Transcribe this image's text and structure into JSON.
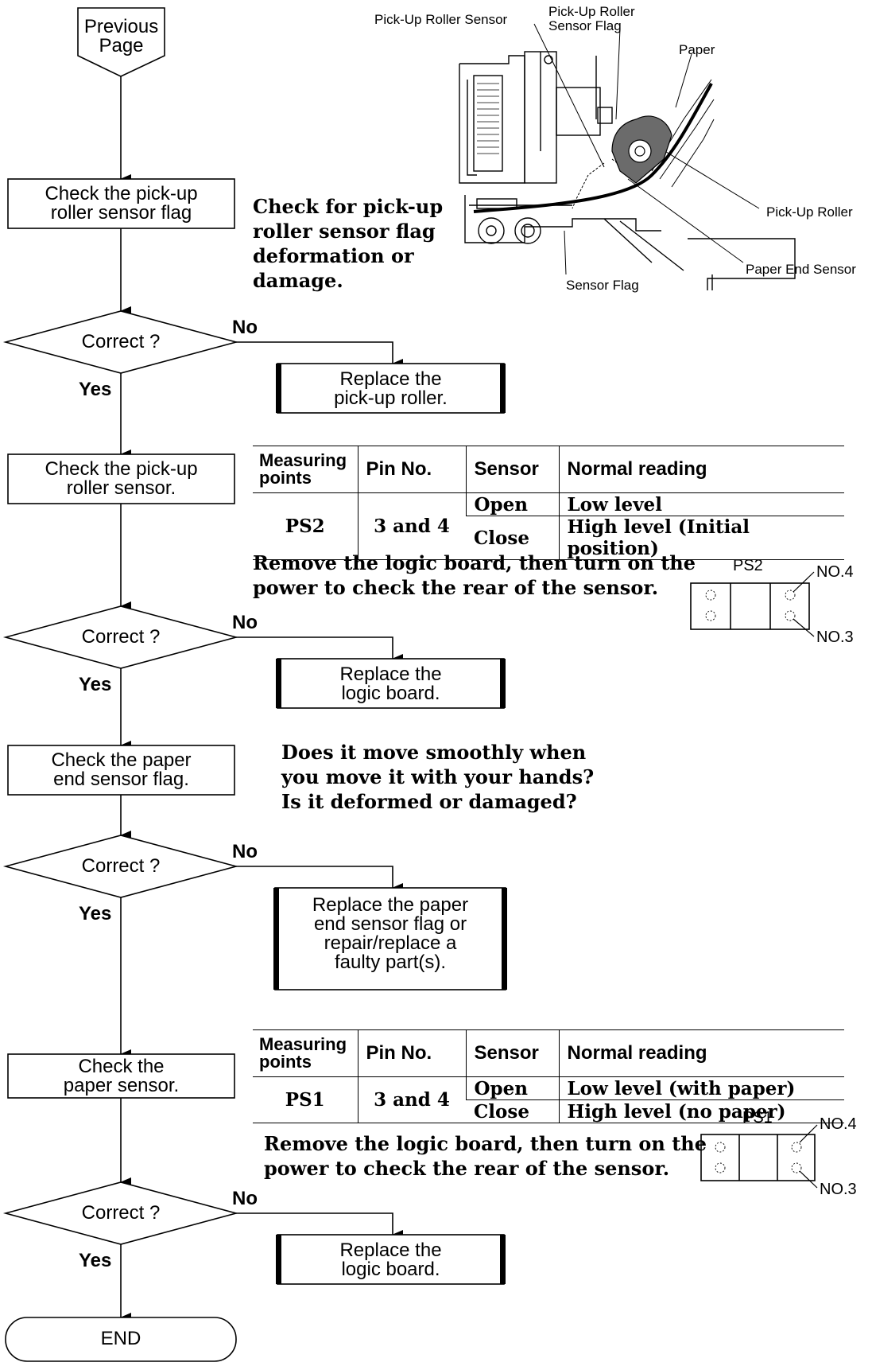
{
  "start": {
    "label_line1": "Previous",
    "label_line2": "Page"
  },
  "end": {
    "label": "END"
  },
  "steps": {
    "check_pickup_flag": {
      "line1": "Check the pick-up",
      "line2": "roller sensor flag"
    },
    "check_pickup_sensor": {
      "line1": "Check the pick-up",
      "line2": "roller sensor."
    },
    "check_paper_end_flag": {
      "line1": "Check the paper",
      "line2": "end sensor flag."
    },
    "check_paper_sensor": {
      "line1": "Check the",
      "line2": "paper sensor."
    }
  },
  "decisions": {
    "d1": {
      "label": "Correct ?",
      "yes": "Yes",
      "no": "No"
    },
    "d2": {
      "label": "Correct ?",
      "yes": "Yes",
      "no": "No"
    },
    "d3": {
      "label": "Correct ?",
      "yes": "Yes",
      "no": "No"
    },
    "d4": {
      "label": "Correct ?",
      "yes": "Yes",
      "no": "No"
    }
  },
  "actions": {
    "replace_pickup_roller": {
      "line1": "Replace the",
      "line2": "pick-up roller."
    },
    "replace_logic_board_1": {
      "line1": "Replace the",
      "line2": "logic board."
    },
    "replace_paper_end_flag": {
      "line1": "Replace the paper",
      "line2": "end sensor flag or",
      "line3": "repair/replace a",
      "line4": "faulty part(s)."
    },
    "replace_logic_board_2": {
      "line1": "Replace the",
      "line2": "logic board."
    }
  },
  "notes": {
    "flag_check": {
      "line1": "Check for pick-up",
      "line2": "roller sensor flag",
      "line3": "deformation or",
      "line4": "damage."
    },
    "ps2_instruction": {
      "line1": "Remove the logic board, then turn on the",
      "line2": "power to check the rear of the sensor."
    },
    "paper_end_questions": {
      "line1": "Does it move smoothly when",
      "line2": "you move it with your hands?",
      "line3": "Is it deformed or damaged?"
    },
    "ps1_instruction": {
      "line1": "Remove the logic board, then turn on the",
      "line2": "power to check the rear of the sensor."
    }
  },
  "diagram": {
    "labels": {
      "pickup_roller_sensor": "Pick-Up Roller Sensor",
      "pickup_roller_sensor_flag_1": "Pick-Up Roller",
      "pickup_roller_sensor_flag_2": "Sensor Flag",
      "paper": "Paper",
      "pickup_roller": "Pick-Up Roller",
      "paper_end_sensor": "Paper End Sensor",
      "sensor_flag": "Sensor Flag"
    }
  },
  "tables": {
    "ps2": {
      "headers": {
        "points_1": "Measuring",
        "points_2": "points",
        "pin": "Pin No.",
        "sensor": "Sensor",
        "reading": "Normal reading"
      },
      "point": "PS2",
      "pin": "3 and 4",
      "rows": [
        {
          "sensor": "Open",
          "reading": "Low level"
        },
        {
          "sensor": "Close",
          "reading": "High level (Initial position)"
        }
      ]
    },
    "ps1": {
      "headers": {
        "points_1": "Measuring",
        "points_2": "points",
        "pin": "Pin No.",
        "sensor": "Sensor",
        "reading": "Normal reading"
      },
      "point": "PS1",
      "pin": "3 and 4",
      "rows": [
        {
          "sensor": "Open",
          "reading": "Low level (with paper)"
        },
        {
          "sensor": "Close",
          "reading": "High level (no paper)"
        }
      ]
    }
  },
  "connectors": {
    "ps2": {
      "title": "PS2",
      "pin_top": "NO.4",
      "pin_bottom": "NO.3"
    },
    "ps1": {
      "title": "PS1",
      "pin_top": "NO.4",
      "pin_bottom": "NO.3"
    }
  }
}
